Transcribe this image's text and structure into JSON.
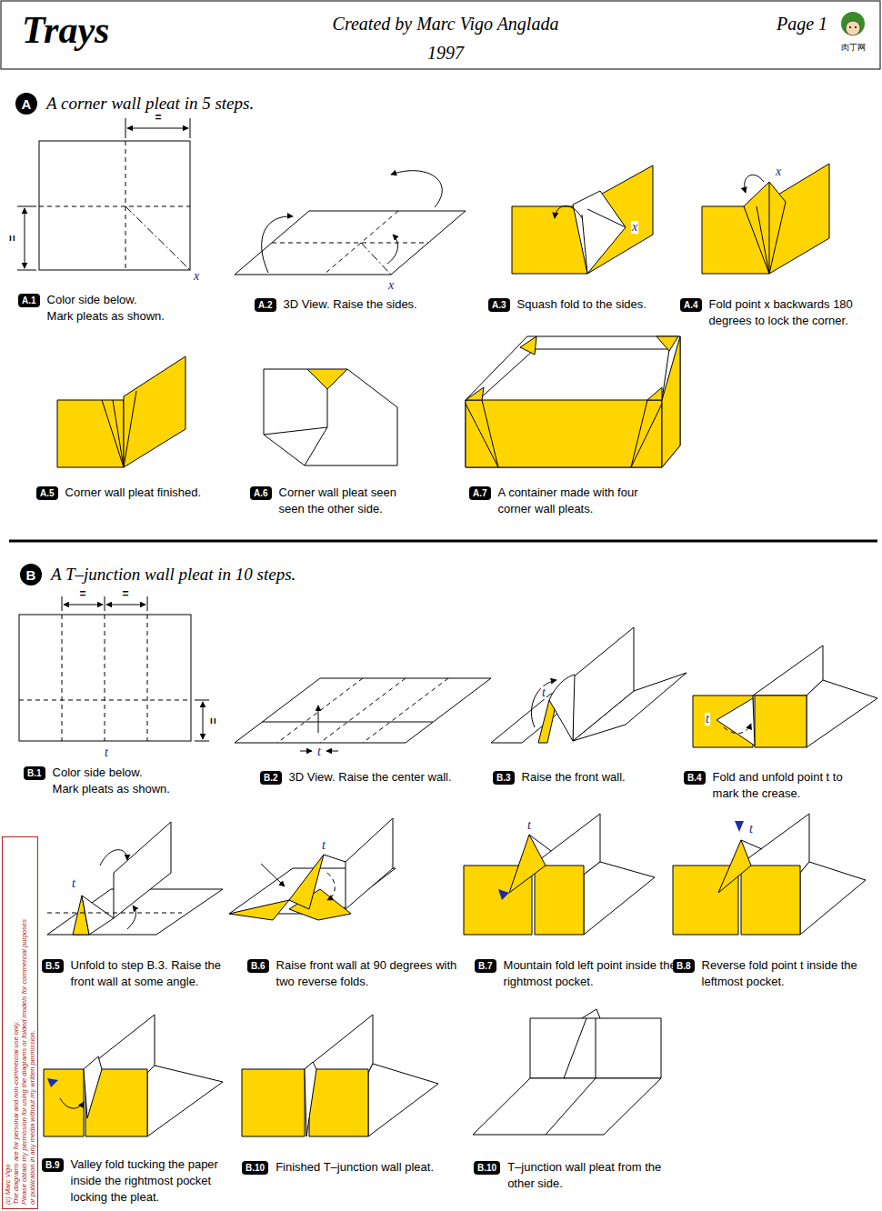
{
  "diagram": {
    "title": "Trays",
    "nodes": [
      {
        "text": [
          "A",
          "A corner wall pleat in 5 steps."
        ]
      },
      {
        "text": [
          "A.1",
          "Color side below. Mark pleats as shown."
        ]
      },
      {
        "text": [
          "A.2",
          "3D View. Raise the sides."
        ]
      },
      {
        "text": [
          "A.3",
          "Squash fold to the sides."
        ]
      },
      {
        "text": [
          "A.4",
          "Fold point x backwards 180 degrees to lock the corner."
        ]
      },
      {
        "text": [
          "A.5",
          "Corner wall pleat finished."
        ]
      },
      {
        "text": [
          "A.6",
          "Corner wall pleat seen seen the other side."
        ]
      },
      {
        "text": [
          "A.7",
          "A container made with four corner wall pleats."
        ]
      },
      {
        "text": [
          "B",
          "A T–junction wall pleat in 10 steps."
        ]
      },
      {
        "text": [
          "B.1",
          "Color side below. Mark pleats as shown."
        ]
      },
      {
        "text": [
          "B.2",
          "3D View. Raise the center wall."
        ]
      },
      {
        "text": [
          "B.3",
          "Raise the front wall."
        ]
      },
      {
        "text": [
          "B.4",
          "Fold and unfold point t to mark the crease."
        ]
      },
      {
        "text": [
          "B.5",
          "Unfold to step B.3. Raise the front wall at some angle."
        ]
      },
      {
        "text": [
          "B.6",
          "Raise front wall at 90 degrees with two reverse folds."
        ]
      },
      {
        "text": [
          "B.7",
          "Mountain fold left point inside the rightmost pocket."
        ]
      },
      {
        "text": [
          "B.8",
          "Reverse fold point t inside the leftmost pocket."
        ]
      },
      {
        "text": [
          "B.9",
          "Valley fold tucking the paper inside the rightmost pocket locking the pleat."
        ]
      },
      {
        "text": [
          "B.10",
          "Finished T–junction wall pleat."
        ]
      },
      {
        "text": [
          "B.10",
          "T–junction wall pleat from the other side."
        ]
      }
    ],
    "labels": [
      "Created by Marc Vigo Anglada",
      "1997",
      "Page 1",
      "肉丁网",
      "=",
      "=",
      "x",
      "x",
      "x",
      "x",
      "=",
      "=",
      "=",
      "t",
      "t",
      "t",
      "t",
      "t",
      "t",
      "t",
      "t",
      "(c) Marc Vigo",
      "The diagrams are for personal and non-commercial use only.",
      "Please obtain my permission for using the diagrams or folded models for commercial purposes",
      "or publication in any media without my written permission."
    ]
  }
}
